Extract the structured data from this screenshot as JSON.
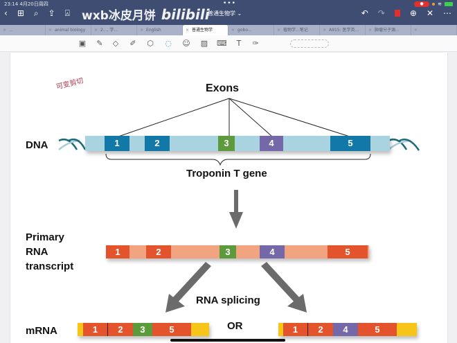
{
  "status_bar": {
    "time_date": "23:14  4月20日周四",
    "recording_label": "●"
  },
  "watermark": {
    "text": "wxb冰皮月饼",
    "brand": "bilibili"
  },
  "header": {
    "title": "普通生物学 ⌄",
    "nav_left": [
      "‹",
      "⊞",
      "⌕",
      "⇪",
      "⍓"
    ],
    "nav_right": {
      "undo": "↶",
      "redo": "↷",
      "add_page": "⊕",
      "close": "✕",
      "more": "⋯"
    }
  },
  "tabs": [
    {
      "label": "...",
      "active": false
    },
    {
      "label": "animal biology",
      "active": false
    },
    {
      "label": "2..., 学...",
      "active": false
    },
    {
      "label": "English",
      "active": false
    },
    {
      "label": "普通生物学",
      "active": true
    },
    {
      "label": "gobo...",
      "active": false
    },
    {
      "label": "植物学...笔记",
      "active": false
    },
    {
      "label": "A915: 医学英...",
      "active": false
    },
    {
      "label": "肿瘤分子源...",
      "active": false
    },
    {
      "label": "",
      "active": false
    }
  ],
  "toolbar": {
    "tools": [
      {
        "name": "scan-tool",
        "glyph": "▣"
      },
      {
        "name": "pen-tool",
        "glyph": "✎"
      },
      {
        "name": "eraser-tool",
        "glyph": "◇"
      },
      {
        "name": "highlighter-tool",
        "glyph": "✐"
      },
      {
        "name": "shapes-tool",
        "glyph": "⬡"
      },
      {
        "name": "lasso-tool",
        "glyph": "◌"
      },
      {
        "name": "sticker-tool",
        "glyph": "☺"
      },
      {
        "name": "image-tool",
        "glyph": "▨"
      },
      {
        "name": "keyboard-tool",
        "glyph": "⌨"
      },
      {
        "name": "text-tool",
        "glyph": "T"
      },
      {
        "name": "laser-tool",
        "glyph": "✑"
      }
    ]
  },
  "note": {
    "handwriting": "可变剪切",
    "exons_label": "Exons",
    "dna_label": "DNA",
    "gene_label": "Troponin T gene",
    "primary_label": [
      "Primary",
      "RNA",
      "transcript"
    ],
    "splicing_label": "RNA splicing",
    "mrna_label": "mRNA",
    "or_label": "OR",
    "dna_exons": [
      "1",
      "2",
      "3",
      "4",
      "5"
    ],
    "rna_exons": [
      "1",
      "2",
      "3",
      "4",
      "5"
    ],
    "mrna_a": [
      "1",
      "2",
      "3",
      "5"
    ],
    "mrna_b": [
      "1",
      "2",
      "4",
      "5"
    ]
  },
  "colors": {
    "dna_bg": "#a9d3df",
    "dna_exon": "#1278a8",
    "exon3": "#5c9a3c",
    "exon4": "#7468a8",
    "rna_bg": "#f2a380",
    "rna_exon": "#e4542c",
    "utr": "#f7c51a",
    "arrow": "#6b6b6b"
  }
}
